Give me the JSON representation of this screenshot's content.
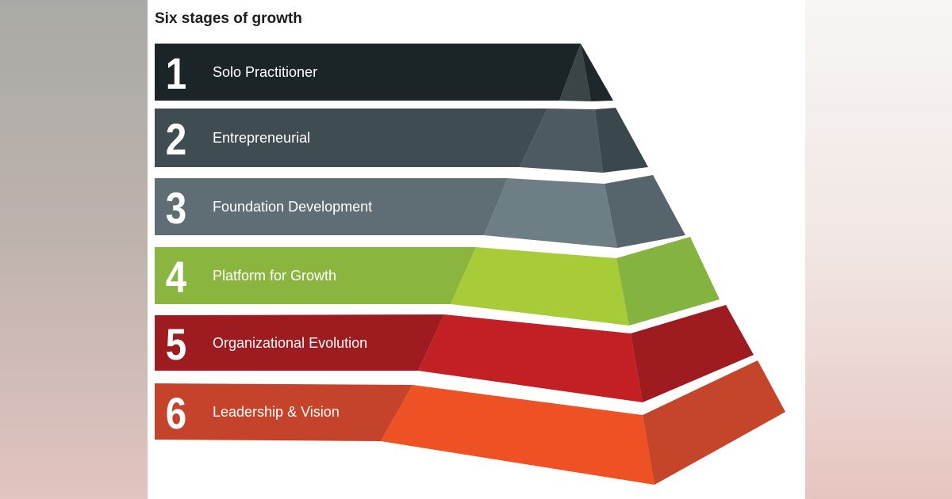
{
  "title": "Six stages of growth",
  "stages": [
    {
      "number": "1",
      "label": "Solo Practitioner",
      "colors": {
        "bar": "#1b2426",
        "front": "#3a4548",
        "side": "#1e2729"
      }
    },
    {
      "number": "2",
      "label": "Entrepreneurial",
      "colors": {
        "bar": "#3f4c52",
        "front": "#4d5a60",
        "side": "#3a474c"
      }
    },
    {
      "number": "3",
      "label": "Foundation Development",
      "colors": {
        "bar": "#5f6e75",
        "front": "#6e7e85",
        "side": "#56656c"
      }
    },
    {
      "number": "4",
      "label": "Platform for Growth",
      "colors": {
        "bar": "#8ab53f",
        "front": "#a8cc38",
        "side": "#85b33f"
      }
    },
    {
      "number": "5",
      "label": "Organizational Evolution",
      "colors": {
        "bar": "#9e1b20",
        "front": "#c32026",
        "side": "#9e1b20"
      }
    },
    {
      "number": "6",
      "label": "Leadership & Vision",
      "colors": {
        "bar": "#c4432a",
        "front": "#ee5123",
        "side": "#c5452a"
      }
    }
  ]
}
